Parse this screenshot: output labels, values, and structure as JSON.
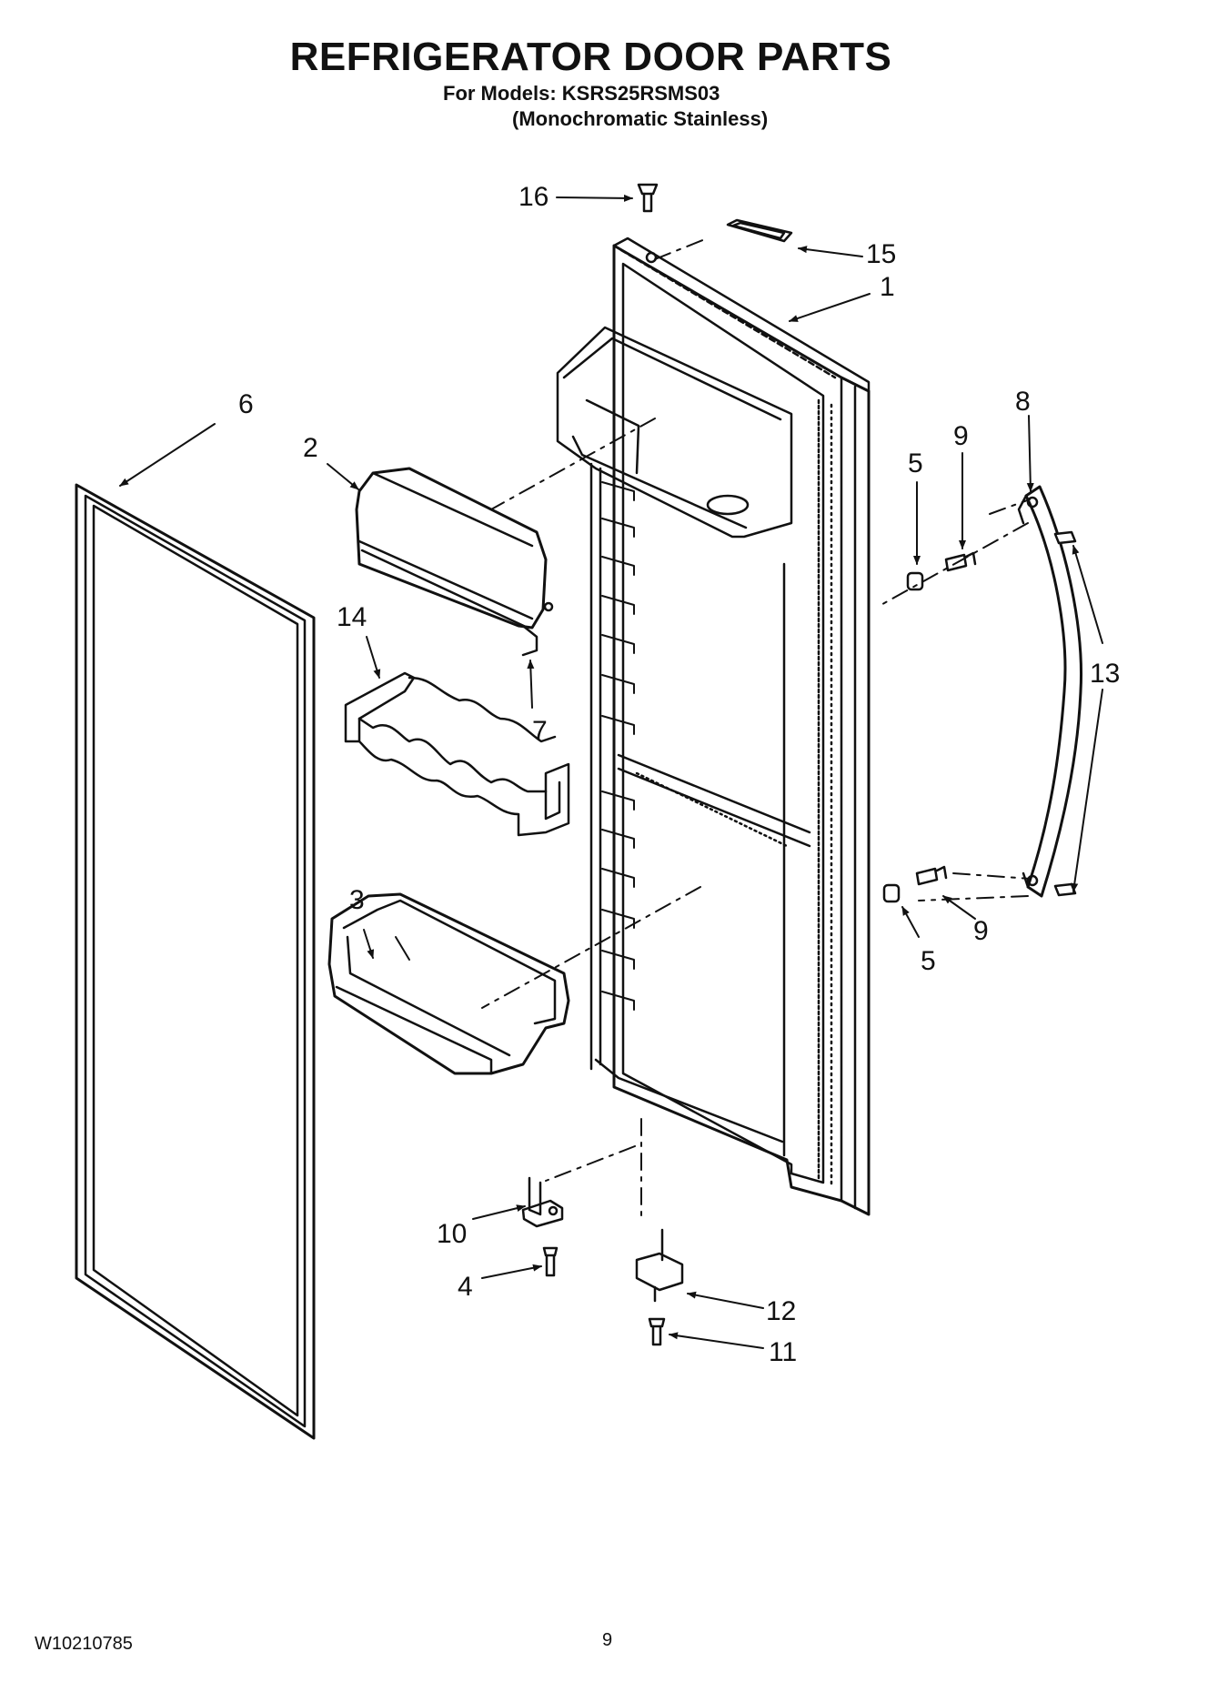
{
  "header": {
    "title": "REFRIGERATOR DOOR PARTS",
    "models_line": "For Models: KSRS25RSMS03",
    "finish_line": "(Monochromatic Stainless)"
  },
  "footer": {
    "doc_number": "W10210785",
    "page_number": "9"
  },
  "callouts": {
    "c1": "1",
    "c2": "2",
    "c3": "3",
    "c4": "4",
    "c5a": "5",
    "c5b": "5",
    "c6": "6",
    "c7": "7",
    "c8": "8",
    "c9a": "9",
    "c9b": "9",
    "c10": "10",
    "c11": "11",
    "c12": "12",
    "c13": "13",
    "c14": "14",
    "c15": "15",
    "c16": "16"
  }
}
